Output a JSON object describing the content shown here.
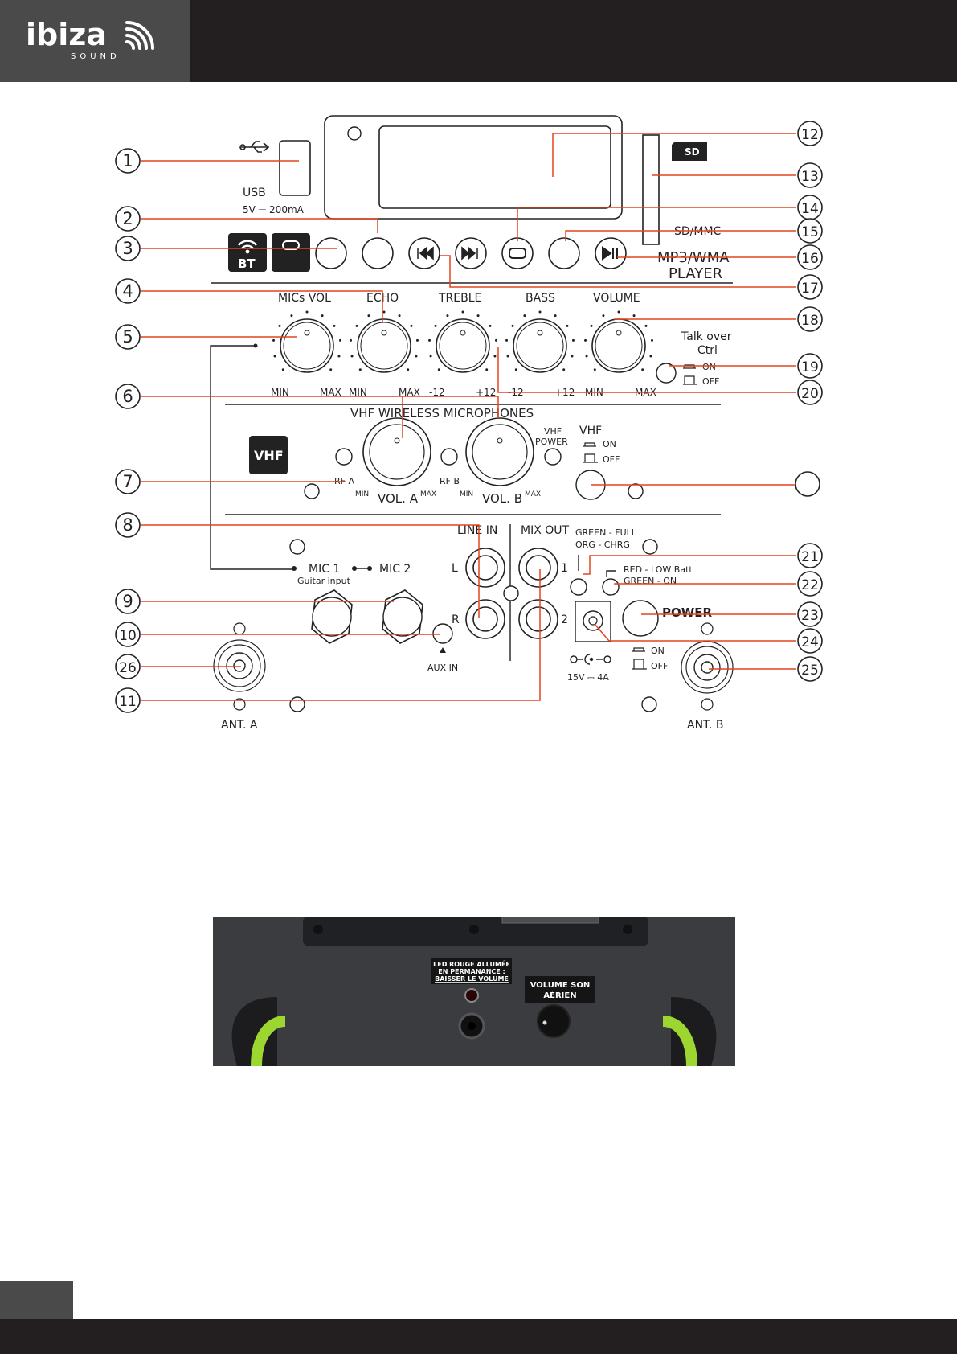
{
  "brand": {
    "name": "ibiza",
    "sub": "SOUND"
  },
  "panel": {
    "usb_label": "USB",
    "usb_spec": "5V ⎓ 200mA",
    "sd_badge": "SD",
    "sd_label": "SD/MMC",
    "player_line1": "MP3/WMA",
    "player_line2": "PLAYER",
    "bt_label": "BT",
    "knobs": [
      "MICs VOL",
      "ECHO",
      "TREBLE",
      "BASS",
      "VOLUME"
    ],
    "scale": {
      "micvol_min": "MIN",
      "micvol_max": "MAX",
      "echo_min": "MIN",
      "echo_max": "MAX",
      "treble_min": "-12",
      "treble_max": "+12",
      "bass_min": "-12",
      "bass_max": "+12",
      "volume_min": "MIN",
      "volume_max": "MAX"
    },
    "talkover_1": "Talk over",
    "talkover_2": "Ctrl",
    "on": "ON",
    "off": "OFF",
    "vhf_title": "VHF WIRELESS MICROPHONES",
    "vhf_badge": "VHF",
    "vhf_power_1": "VHF",
    "vhf_power_2": "POWER",
    "vhf_switch": "VHF",
    "rf_a": "RF A",
    "rf_b": "RF B",
    "vol_a": "VOL. A",
    "vol_b": "VOL. B",
    "min": "MIN",
    "max": "MAX",
    "line_in": "LINE IN",
    "mix_out": "MIX OUT",
    "left": "L",
    "right": "R",
    "out1": "1",
    "out2": "2",
    "mic1": "MIC 1",
    "mic2": "MIC 2",
    "guitar": "Guitar input",
    "aux_in": "AUX IN",
    "green_full": "GREEN - FULL",
    "org_chrg": "ORG - CHRG",
    "red_low": "RED - LOW Batt",
    "green_on": "GREEN - ON",
    "power": "POWER",
    "dc_spec": "15V ⎓ 4A",
    "ant_a": "ANT. A",
    "ant_b": "ANT. B"
  },
  "callouts": [
    "1",
    "2",
    "3",
    "4",
    "5",
    "6",
    "7",
    "8",
    "9",
    "10",
    "11",
    "12",
    "13",
    "14",
    "15",
    "16",
    "17",
    "18",
    "19",
    "20",
    "21",
    "22",
    "23",
    "24",
    "25",
    "26"
  ],
  "photo": {
    "led_label_1": "LED ROUGE ALLUMÉE",
    "led_label_2": "EN PERMANANCE :",
    "led_label_3": "BAISSER LE VOLUME",
    "vol_label_1": "VOLUME SON",
    "vol_label_2": "AÉRIEN"
  },
  "colors": {
    "callout_line": "#e0451f",
    "header_bg": "#231f20",
    "logo_bg": "#4a4a4a",
    "accent_green": "#9ed631"
  }
}
